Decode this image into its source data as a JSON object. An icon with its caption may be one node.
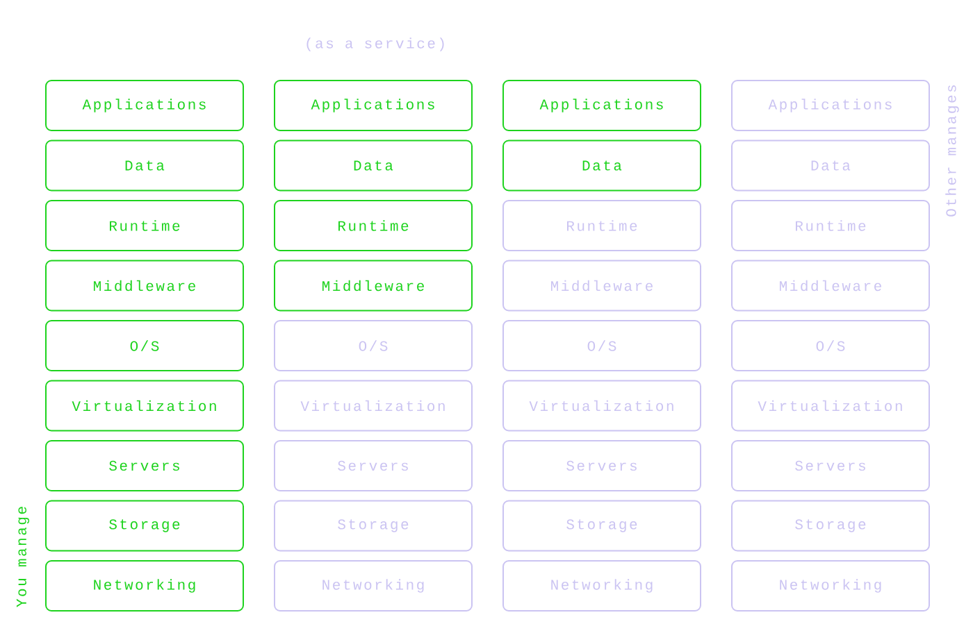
{
  "diagram": {
    "nodes": [
      {
        "text": [
          "Applications"
        ]
      },
      {
        "text": [
          "Data"
        ]
      },
      {
        "text": [
          "Runtime"
        ]
      },
      {
        "text": [
          "Middleware"
        ]
      },
      {
        "text": [
          "O/S"
        ]
      },
      {
        "text": [
          "Virtualization"
        ]
      },
      {
        "text": [
          "Servers"
        ]
      },
      {
        "text": [
          "Storage"
        ]
      },
      {
        "text": [
          "Networking"
        ]
      },
      {
        "text": [
          "Applications"
        ]
      },
      {
        "text": [
          "Data"
        ]
      },
      {
        "text": [
          "Runtime"
        ]
      },
      {
        "text": [
          "Middleware"
        ]
      },
      {
        "text": [
          "O/S"
        ]
      },
      {
        "text": [
          "Virtualization"
        ]
      },
      {
        "text": [
          "Servers"
        ]
      },
      {
        "text": [
          "Storage"
        ]
      },
      {
        "text": [
          "Networking"
        ]
      },
      {
        "text": [
          "Applications"
        ]
      },
      {
        "text": [
          "Data"
        ]
      },
      {
        "text": [
          "Runtime"
        ]
      },
      {
        "text": [
          "Middleware"
        ]
      },
      {
        "text": [
          "O/S"
        ]
      },
      {
        "text": [
          "Virtualization"
        ]
      },
      {
        "text": [
          "Servers"
        ]
      },
      {
        "text": [
          "Storage"
        ]
      },
      {
        "text": [
          "Networking"
        ]
      },
      {
        "text": [
          "Applications"
        ]
      },
      {
        "text": [
          "Data"
        ]
      },
      {
        "text": [
          "Runtime"
        ]
      },
      {
        "text": [
          "Middleware"
        ]
      },
      {
        "text": [
          "O/S"
        ]
      },
      {
        "text": [
          "Virtualization"
        ]
      },
      {
        "text": [
          "Servers"
        ]
      },
      {
        "text": [
          "Storage"
        ]
      },
      {
        "text": [
          "Networking"
        ]
      }
    ],
    "labels": [
      "(as a service)",
      "Other manages",
      "You manage"
    ]
  }
}
